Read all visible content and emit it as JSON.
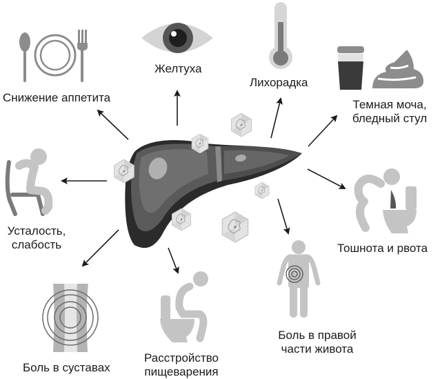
{
  "diagram": {
    "center": "liver-with-virus-particles",
    "symptoms": [
      {
        "id": "appetite",
        "label_lines": [
          "Снижение аппетита"
        ],
        "icon": "plate-spoon-fork-icon"
      },
      {
        "id": "jaundice",
        "label_lines": [
          "Желтуха"
        ],
        "icon": "eye-icon"
      },
      {
        "id": "fever",
        "label_lines": [
          "Лихорадка"
        ],
        "icon": "thermometer-icon"
      },
      {
        "id": "urine-stool",
        "label_lines": [
          "Темная моча,",
          "бледный стул"
        ],
        "icon": "glass-and-stool-icon"
      },
      {
        "id": "fatigue",
        "label_lines": [
          "Усталость,",
          "слабость"
        ],
        "icon": "tired-person-chair-icon"
      },
      {
        "id": "nausea",
        "label_lines": [
          "Тошнота и рвота"
        ],
        "icon": "vomiting-person-icon"
      },
      {
        "id": "joints",
        "label_lines": [
          "Боль в суставах"
        ],
        "icon": "joint-pain-icon"
      },
      {
        "id": "digestion",
        "label_lines": [
          "Расстройство",
          "пищеварения"
        ],
        "icon": "person-on-toilet-icon"
      },
      {
        "id": "abdomen",
        "label_lines": [
          "Боль в правой",
          "части живота"
        ],
        "icon": "abdominal-pain-person-icon"
      }
    ],
    "colors": {
      "text": "#1a1a1a",
      "arrow": "#1a1a1a",
      "icon_light": "#c9c9c9",
      "icon_mid": "#8c8c8c",
      "icon_dark": "#3a3a3a",
      "liver_dark": "#2b2b2b",
      "liver_mid": "#5a5a5a",
      "liver_light": "#7a7a7a"
    }
  }
}
